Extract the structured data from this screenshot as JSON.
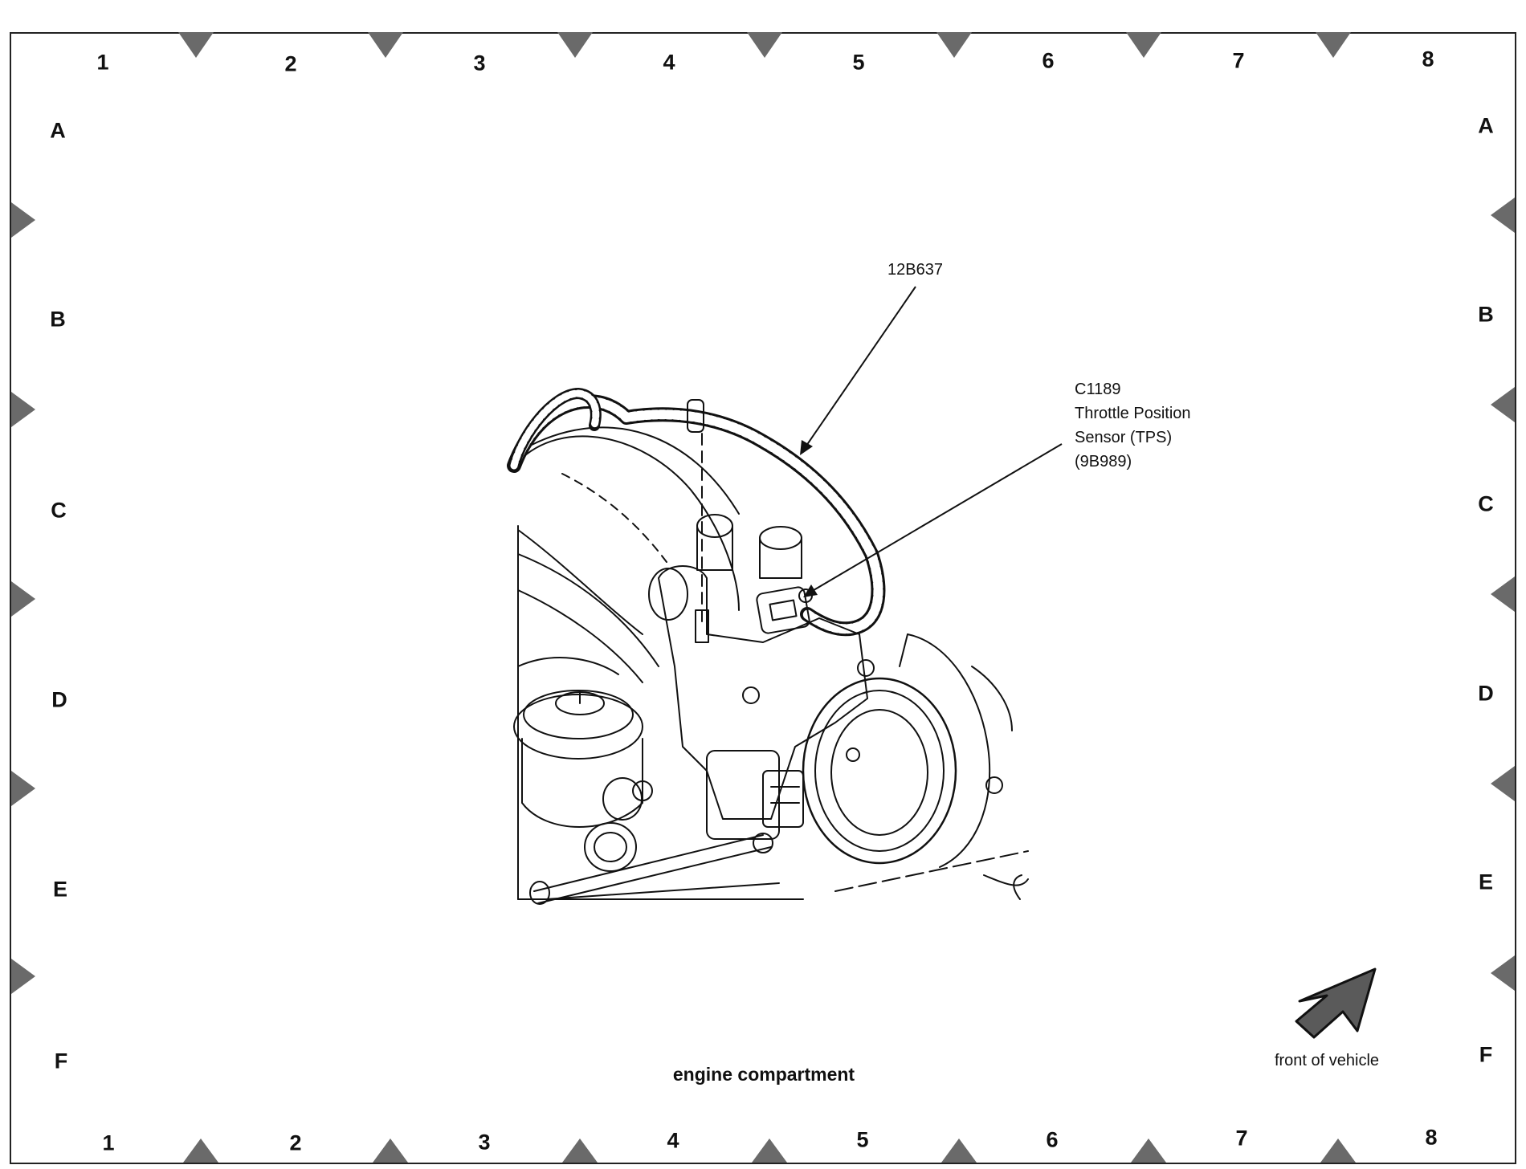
{
  "grid": {
    "columns": [
      "1",
      "2",
      "3",
      "4",
      "5",
      "6",
      "7",
      "8"
    ],
    "rows": [
      "A",
      "B",
      "C",
      "D",
      "E",
      "F"
    ]
  },
  "callouts": {
    "harness": "12B637",
    "connector_id": "C1189",
    "sensor_line1": "Throttle Position",
    "sensor_line2": "Sensor (TPS)",
    "sensor_part": "(9B989)"
  },
  "caption": "engine compartment",
  "orientation": {
    "label": "front of vehicle",
    "icon": "arrow-up-right-icon"
  },
  "colors": {
    "ink": "#111111",
    "marker": "#6a6a6a",
    "arrow_fill": "#5a5a5a"
  }
}
